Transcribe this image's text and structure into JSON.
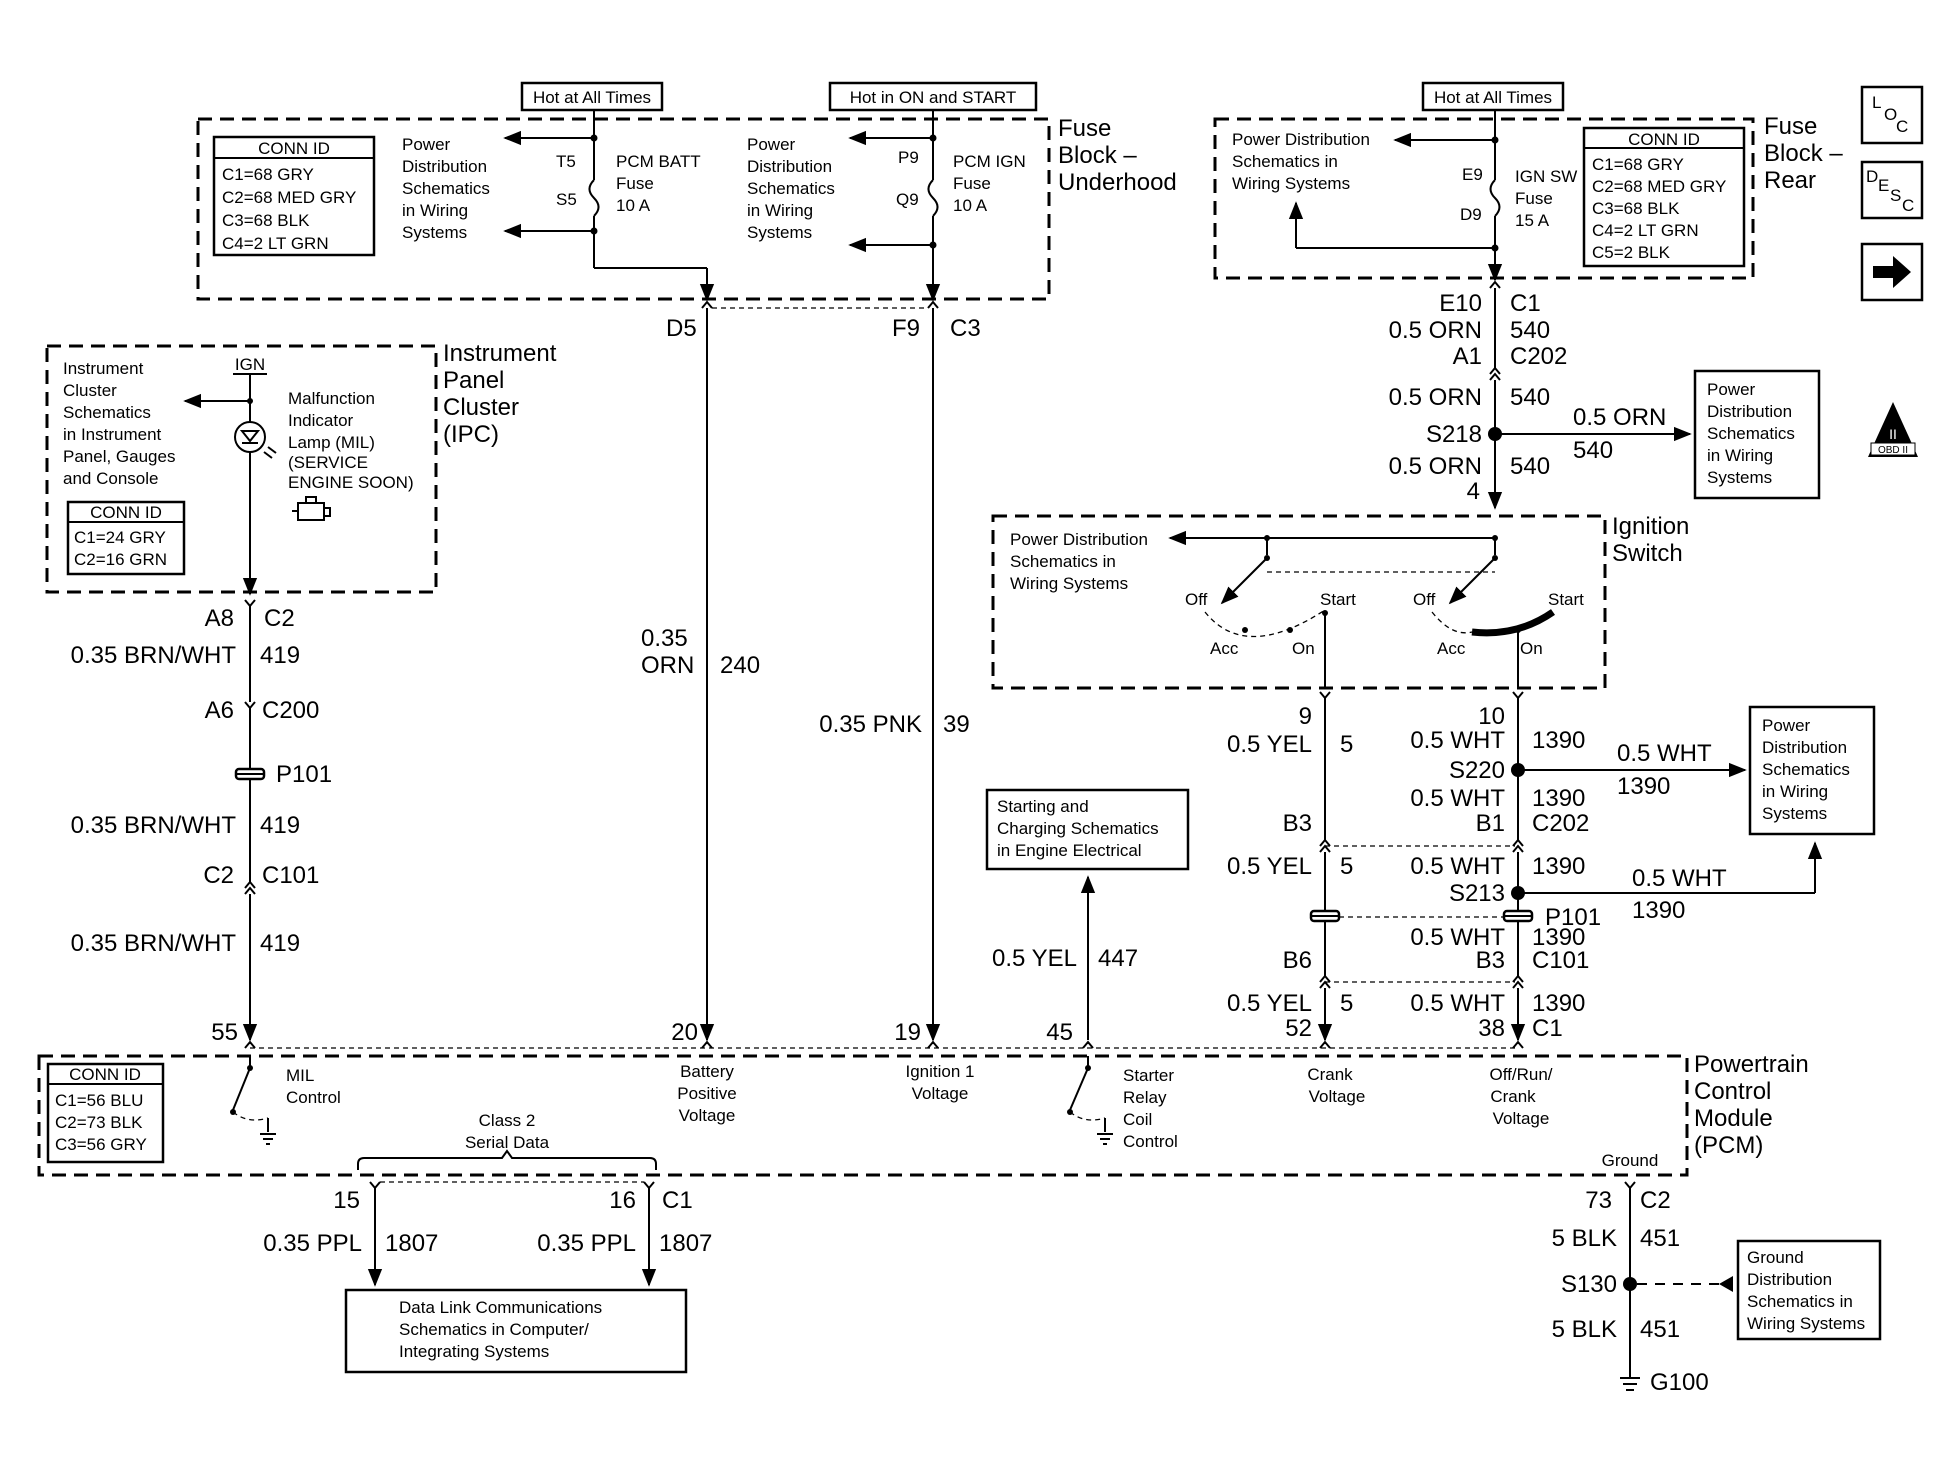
{
  "labels": {
    "hot_all_times": "Hot at All Times",
    "hot_on_start": "Hot in ON and START",
    "hot_all_times_rear": "Hot at All Times",
    "underhood_title": [
      "Fuse",
      "Block –",
      "Underhood"
    ],
    "rear_title": [
      "Fuse",
      "Block –",
      "Rear"
    ],
    "ipc_title": [
      "Instrument",
      "Panel",
      "Cluster",
      "(IPC)"
    ],
    "ign_switch_title": [
      "Ignition",
      "Switch"
    ],
    "pcm_title": [
      "Powertrain",
      "Control",
      "Module",
      "(PCM)"
    ],
    "conn_id": "CONN ID",
    "underhood_conn": [
      "C1=68 GRY",
      "C2=68 MED GRY",
      "C3=68 BLK",
      "C4=2 LT GRN"
    ],
    "rear_conn": [
      "C1=68 GRY",
      "C2=68 MED GRY",
      "C3=68 BLK",
      "C4=2 LT GRN",
      "C5=2 BLK"
    ],
    "ipc_conn": [
      "C1=24 GRY",
      "C2=16 GRN"
    ],
    "pcm_conn": [
      "C1=56 BLU",
      "C2=73 BLK",
      "C3=56 GRY"
    ],
    "pwr_dist_4": [
      "Power",
      "Distribution",
      "Schematics",
      "in Wiring",
      "Systems"
    ],
    "pwr_dist_3": [
      "Power Distribution",
      "Schematics in",
      "Wiring Systems"
    ],
    "pwr_dist_box": [
      "Power",
      "Distribution",
      "Schematics",
      "in Wiring",
      "Systems"
    ],
    "pcm_batt_fuse": [
      "PCM BATT",
      "Fuse",
      "10 A"
    ],
    "pcm_ign_fuse": [
      "PCM IGN",
      "Fuse",
      "10 A"
    ],
    "ign_sw_fuse": [
      "IGN SW",
      "Fuse",
      "15 A"
    ],
    "ipc_schem": [
      "Instrument",
      "Cluster",
      "Schematics",
      "in Instrument",
      "Panel, Gauges",
      "and Console"
    ],
    "mil_text": [
      "Malfunction",
      "Indicator",
      "Lamp (MIL)",
      "(SERVICE",
      "ENGINE SOON)"
    ],
    "ign": "IGN",
    "starting_box": [
      "Starting and",
      "Charging Schematics",
      "in Engine Electrical"
    ],
    "data_link_box": [
      "Data Link Communications",
      "Schematics in Computer/",
      "Integrating Systems"
    ],
    "ground_box": [
      "Ground",
      "Distribution",
      "Schematics in",
      "Wiring Systems"
    ],
    "class2": [
      "Class 2",
      "Serial Data"
    ],
    "mil_control": [
      "MIL",
      "Control"
    ],
    "batt_pos": [
      "Battery",
      "Positive",
      "Voltage"
    ],
    "ign1": [
      "Ignition 1",
      "Voltage"
    ],
    "starter_relay": [
      "Starter",
      "Relay",
      "Coil",
      "Control"
    ],
    "crank_v": [
      "Crank",
      "Voltage"
    ],
    "off_run": [
      "Off/Run/",
      "Crank",
      "Voltage"
    ],
    "ground": "Ground",
    "sw": {
      "off": "Off",
      "start": "Start",
      "acc": "Acc",
      "on": "On"
    },
    "pins": {
      "t5": "T5",
      "s5": "S5",
      "p9": "P9",
      "q9": "Q9",
      "e9": "E9",
      "d9": "D9",
      "d5": "D5",
      "f9": "F9",
      "c3": "C3",
      "e10": "E10",
      "c1": "C1",
      "a1": "A1",
      "c202": "C202",
      "s218": "S218",
      "n4": "4",
      "a8": "A8",
      "c2": "C2",
      "a6": "A6",
      "c200": "C200",
      "p101": "P101",
      "c2b": "C2",
      "c101": "C101",
      "n9": "9",
      "n10": "10",
      "s220": "S220",
      "b3": "B3",
      "b1": "B1",
      "c202b": "C202",
      "s213": "S213",
      "p101b": "P101",
      "b6": "B6",
      "b3b": "B3",
      "c101b": "C101",
      "n55": "55",
      "n20": "20",
      "n19": "19",
      "n45": "45",
      "n52": "52",
      "n38": "38",
      "c1b": "C1",
      "n15": "15",
      "n16": "16",
      "c1c": "C1",
      "n73": "73",
      "c2c": "C2",
      "s130": "S130",
      "g100": "G100"
    },
    "wires": {
      "orn05": "0.5 ORN",
      "w540": "540",
      "orn035a": "0.35",
      "orn035b": "ORN",
      "w240": "240",
      "pnk": "0.35 PNK",
      "w39": "39",
      "brn": "0.35 BRN/WHT",
      "w419": "419",
      "yel447": "0.5 YEL",
      "w447": "447",
      "yel": "0.5 YEL",
      "w5": "5",
      "wht": "0.5 WHT",
      "w1390": "1390",
      "ppl": "0.35 PPL",
      "w1807": "1807",
      "blk": "5 BLK",
      "w451": "451"
    },
    "loc": [
      "L",
      "O",
      "C"
    ],
    "desc": [
      "D",
      "E",
      "S",
      "C"
    ],
    "obd": [
      "II",
      "OBD II"
    ]
  }
}
